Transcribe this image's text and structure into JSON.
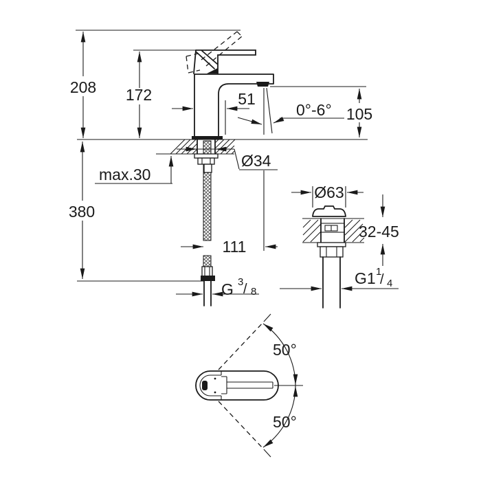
{
  "colors": {
    "line": "#1a1a1a",
    "background": "#ffffff"
  },
  "drawing": {
    "front_view": {
      "overall_height": "208",
      "handle_height": "172",
      "spout_reach": "51",
      "spout_angle": "0°-6°",
      "spout_height": "105",
      "max_mounting_thickness": "max.30",
      "mounting_hole_diameter": "Ø34",
      "supply_hose_length": "380",
      "hose_offset": "111",
      "supply_thread": {
        "prefix": "G",
        "numerator": "3",
        "slash": "/",
        "denominator": "8"
      }
    },
    "waste_view": {
      "flange_diameter": "Ø63",
      "deck_thickness_range": "32-45",
      "waste_thread": {
        "prefix": "G1",
        "numerator": "1",
        "slash": "/",
        "denominator": "4"
      }
    },
    "top_view": {
      "swivel_up": "50°",
      "swivel_down": "50°"
    }
  }
}
